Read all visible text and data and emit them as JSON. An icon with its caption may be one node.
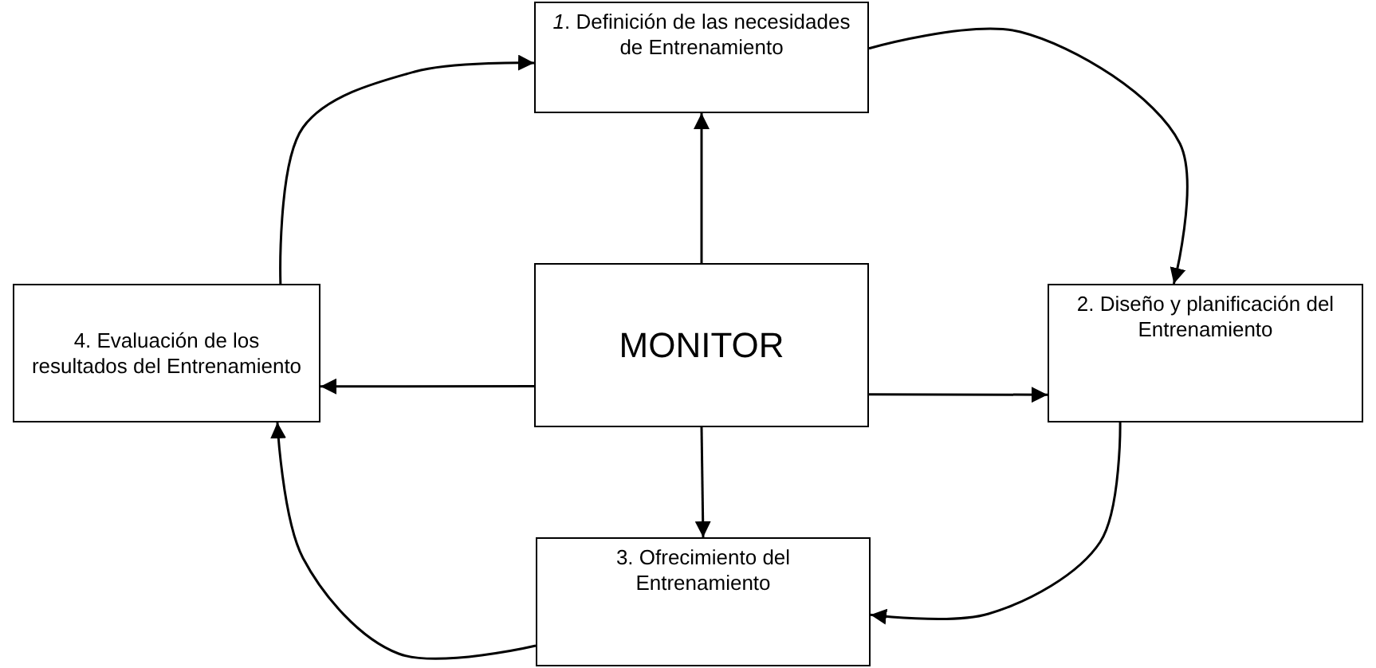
{
  "diagram": {
    "nodes": [
      {
        "text": [
          "*1*. Definición de las necesidades de Entrenamiento"
        ]
      },
      {
        "text": [
          "2. Diseño y planificación del Entrenamiento"
        ]
      },
      {
        "text": [
          "3. Ofrecimiento del Entrenamiento"
        ]
      },
      {
        "text": [
          "4. Evaluación de los resultados del Entrenamiento"
        ]
      },
      {
        "text": [
          "MONITOR"
        ]
      }
    ],
    "edges": [
      {
        "from": 4,
        "to": 0,
        "arrow": "to"
      },
      {
        "from": 4,
        "to": 1,
        "arrow": "to"
      },
      {
        "from": 4,
        "to": 2,
        "arrow": "to"
      },
      {
        "from": 4,
        "to": 3,
        "arrow": "to"
      },
      {
        "from": 3,
        "to": 0,
        "arrow": "to"
      },
      {
        "from": 0,
        "to": 1,
        "arrow": "to"
      },
      {
        "from": 1,
        "to": 2,
        "arrow": "to"
      },
      {
        "from": 2,
        "to": 3,
        "arrow": "to"
      }
    ]
  }
}
